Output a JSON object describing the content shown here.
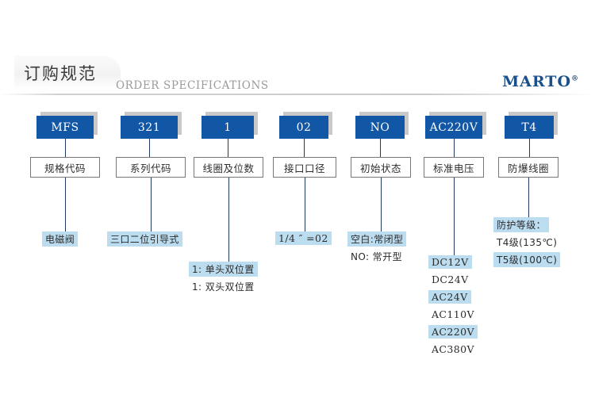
{
  "header": {
    "title_cn": "订购规范",
    "title_en": "ORDER SPECIFICATIONS",
    "brand": "MARTO",
    "brand_mark": "®",
    "brand_color": "#1a4f8a"
  },
  "theme": {
    "code_box_color": "#1257a6",
    "highlight_color": "#bcdcf0",
    "connector_color": "#1f3a5f"
  },
  "columns": [
    {
      "code": "MFS",
      "label": "规格代码",
      "options": [
        {
          "text": "电磁阀",
          "highlighted": true
        }
      ]
    },
    {
      "code": "321",
      "label": "系列代码",
      "options": [
        {
          "text": "三口二位引导式",
          "highlighted": true
        }
      ]
    },
    {
      "code": "1",
      "label": "线圈及位数",
      "options": [
        {
          "text": "1: 单头双位置",
          "highlighted": true
        },
        {
          "text": "1: 双头双位置",
          "highlighted": false
        }
      ]
    },
    {
      "code": "02",
      "label": "接口口径",
      "options": [
        {
          "text": "1/4 ″ =02",
          "highlighted": true
        }
      ]
    },
    {
      "code": "NO",
      "label": "初始状态",
      "options": [
        {
          "text": "空白:常闭型",
          "highlighted": true
        },
        {
          "text": "NO: 常开型",
          "highlighted": false
        }
      ]
    },
    {
      "code": "AC220V",
      "label": "标准电压",
      "options": [
        {
          "text": "DC12V",
          "highlighted": true
        },
        {
          "text": "DC24V",
          "highlighted": false
        },
        {
          "text": "AC24V",
          "highlighted": true
        },
        {
          "text": "AC110V",
          "highlighted": false
        },
        {
          "text": "AC220V",
          "highlighted": true
        },
        {
          "text": "AC380V",
          "highlighted": false
        }
      ]
    },
    {
      "code": "T4",
      "label": "防爆线圈",
      "options": [
        {
          "text": "防护等级：",
          "highlighted": true
        },
        {
          "text": "T4级(135℃)",
          "highlighted": false
        },
        {
          "text": "T5级(100℃)",
          "highlighted": true
        }
      ]
    }
  ]
}
